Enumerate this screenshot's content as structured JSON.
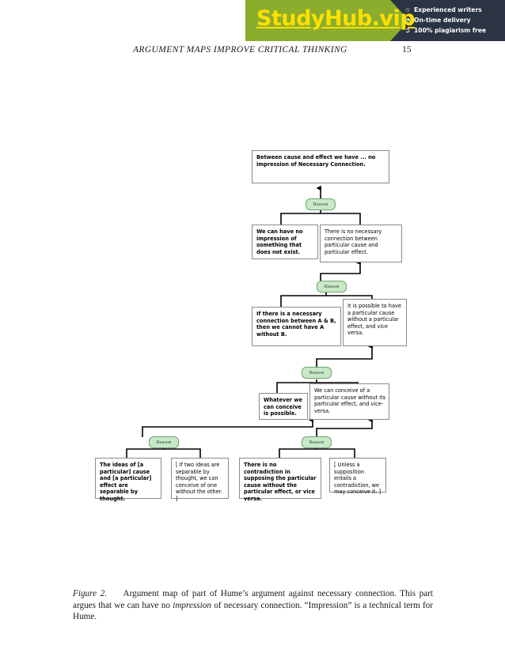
{
  "banner": {
    "logo": "StudyHub.vip",
    "colors": {
      "green": "#8aad2e",
      "dark": "#2b3443",
      "logo_text": "#ffe000"
    },
    "features": [
      {
        "icon": "star-icon",
        "glyph": "☆",
        "label": "Experienced writers"
      },
      {
        "icon": "clock-icon",
        "glyph": "◔",
        "label": "On-time delivery"
      },
      {
        "icon": "shield-icon",
        "glyph": "➲",
        "label": "100% plagiarism free"
      }
    ]
  },
  "running_head": {
    "title": "ARGUMENT MAPS IMPROVE CRITICAL THINKING",
    "page_number": "15"
  },
  "figure": {
    "reason_label": "Reason",
    "pill_color": "#c9e8c9",
    "nodes": {
      "n1": "Between cause and effect we have ... no impression of Necessary Connection.",
      "n2": "We can have no impression of something that does not exist.",
      "n3": "There is no necessary connection between particular cause and particular effect.",
      "n4": "If there is a necessary connection between A & B, then we cannot have A without B.",
      "n5": "It is possible to have a particular cause without a particular effect, and vice versa.",
      "n6": "Whatever we can conceive is possible.",
      "n7": "We can conceive of a particular cause without its particular effect, and vice-versa.",
      "n8": "The ideas of [a particular] cause and [a particular] effect are separable by thought.",
      "n9": "[ If two ideas are separable by thought, we can conceive of one without the other. ]",
      "n10": "There is no contradiction in supposing the particular cause without the particular effect, or vice versa.",
      "n11": "[ Unless a supposition entails a contradiction, we may conceive it. ]"
    }
  },
  "caption": {
    "label": "Figure 2.",
    "text_1": "Argument map of part of Hume’s argument against necessary connection.  This part argues that we can have no ",
    "italic_word": "impression",
    "text_2": " of necessary connection.  “Impression” is a technical term for Hume."
  }
}
